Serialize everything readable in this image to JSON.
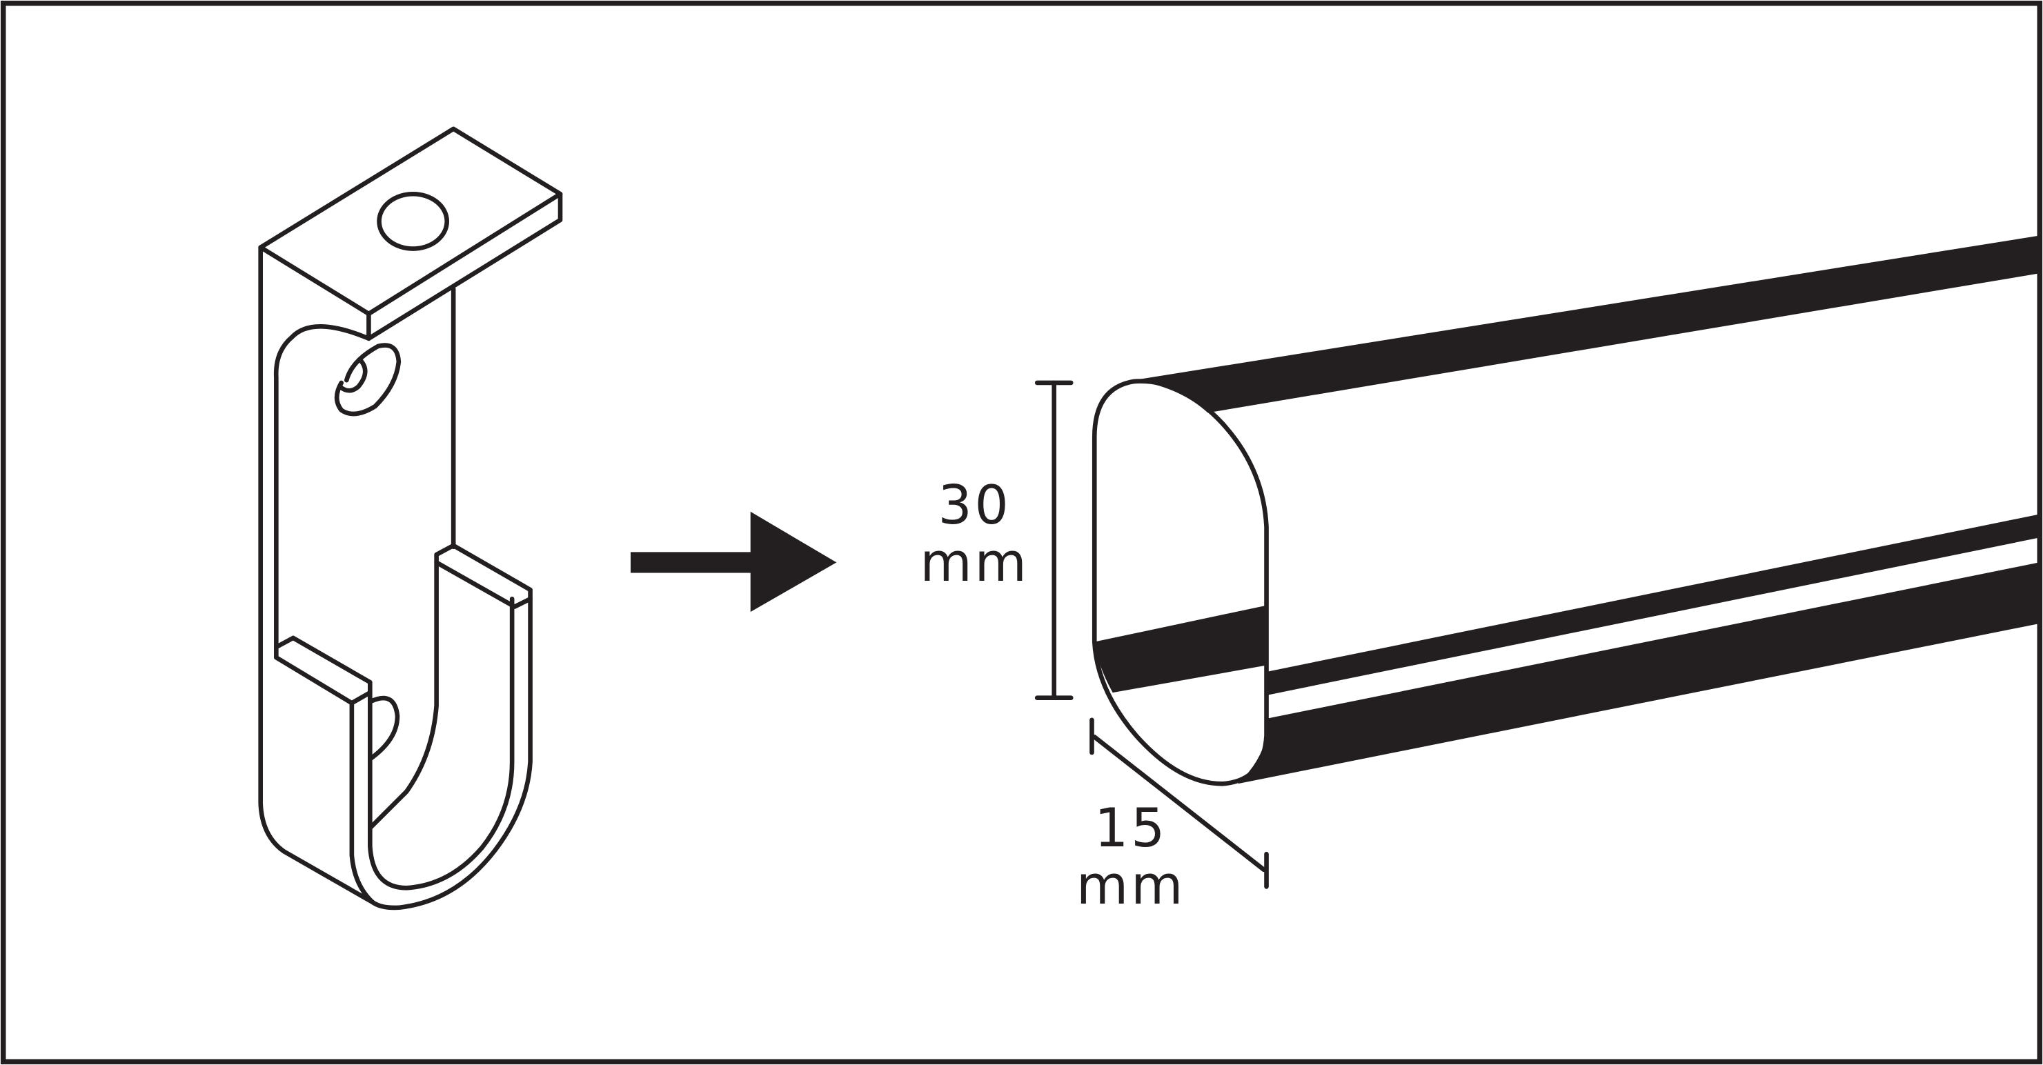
{
  "colors": {
    "stroke": "#231f20",
    "fill": "#231f20",
    "background": "#ffffff"
  },
  "dimensions": {
    "height": {
      "value": "30",
      "unit": "mm"
    },
    "width": {
      "value": "15",
      "unit": "mm"
    }
  },
  "icons": {
    "bracket": "rail-bracket-icon",
    "arrow": "right-arrow-icon",
    "rail": "oval-rail-icon"
  }
}
